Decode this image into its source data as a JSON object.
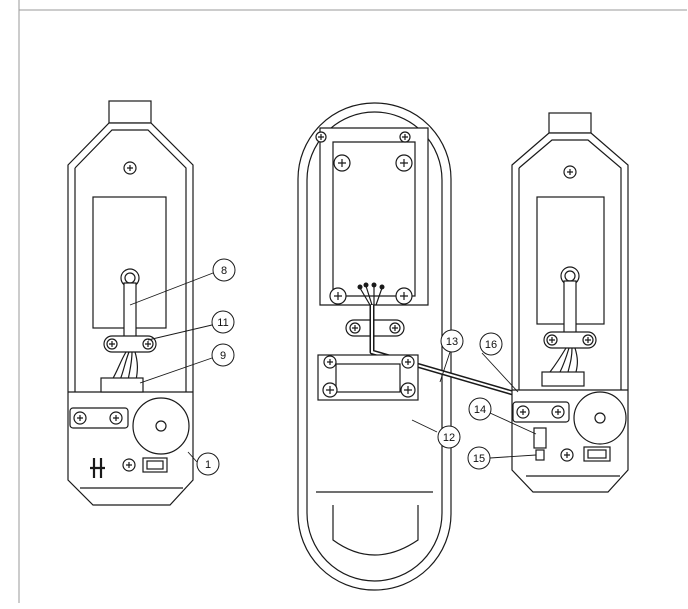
{
  "diagram": {
    "callouts": [
      {
        "id": "c1",
        "label": "1"
      },
      {
        "id": "c8",
        "label": "8"
      },
      {
        "id": "c9",
        "label": "9"
      },
      {
        "id": "c11",
        "label": "11"
      },
      {
        "id": "c12",
        "label": "12"
      },
      {
        "id": "c13",
        "label": "13"
      },
      {
        "id": "c14",
        "label": "14"
      },
      {
        "id": "c15",
        "label": "15"
      },
      {
        "id": "c16",
        "label": "16"
      }
    ]
  }
}
